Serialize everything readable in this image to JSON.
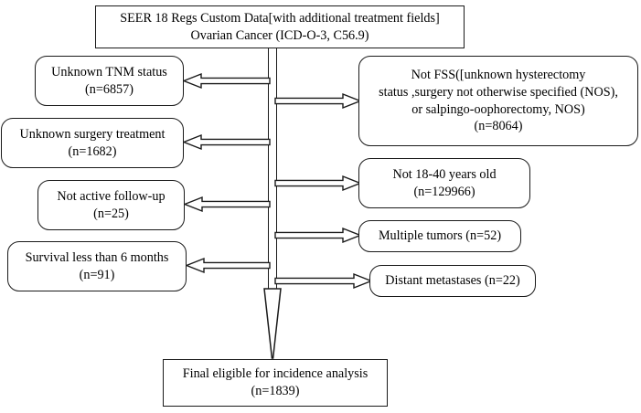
{
  "diagram": {
    "type": "flowchart",
    "title_box": {
      "lines": [
        "SEER 18 Regs Custom Data[with additional treatment fields]",
        "Ovarian Cancer (ICD-O-3, C56.9)"
      ]
    },
    "exclusions_left": [
      {
        "label": "Unknown TNM status",
        "count": "(n=6857)"
      },
      {
        "label": "Unknown surgery treatment",
        "count": "(n=1682)"
      },
      {
        "label": "Not active follow-up",
        "count": "(n=25)"
      },
      {
        "label": "Survival less than 6 months",
        "count": "(n=91)"
      }
    ],
    "exclusions_right": [
      {
        "line1": "Not FSS([unknown hysterectomy",
        "line2": "status ,surgery not otherwise specified (NOS),",
        "line3": "or salpingo-oophorectomy, NOS)",
        "count": "(n=8064)"
      },
      {
        "label": "Not 18-40 years old",
        "count": "(n=129966)"
      },
      {
        "label": "Multiple tumors (n=52)",
        "count": ""
      },
      {
        "label": "Distant metastases (n=22)",
        "count": ""
      }
    ],
    "final_box": {
      "line1": "Final eligible for incidence analysis",
      "line2": "(n=1839)"
    },
    "colors": {
      "stroke": "#1a1a1a",
      "fill": "#ffffff",
      "text": "#000000"
    }
  }
}
